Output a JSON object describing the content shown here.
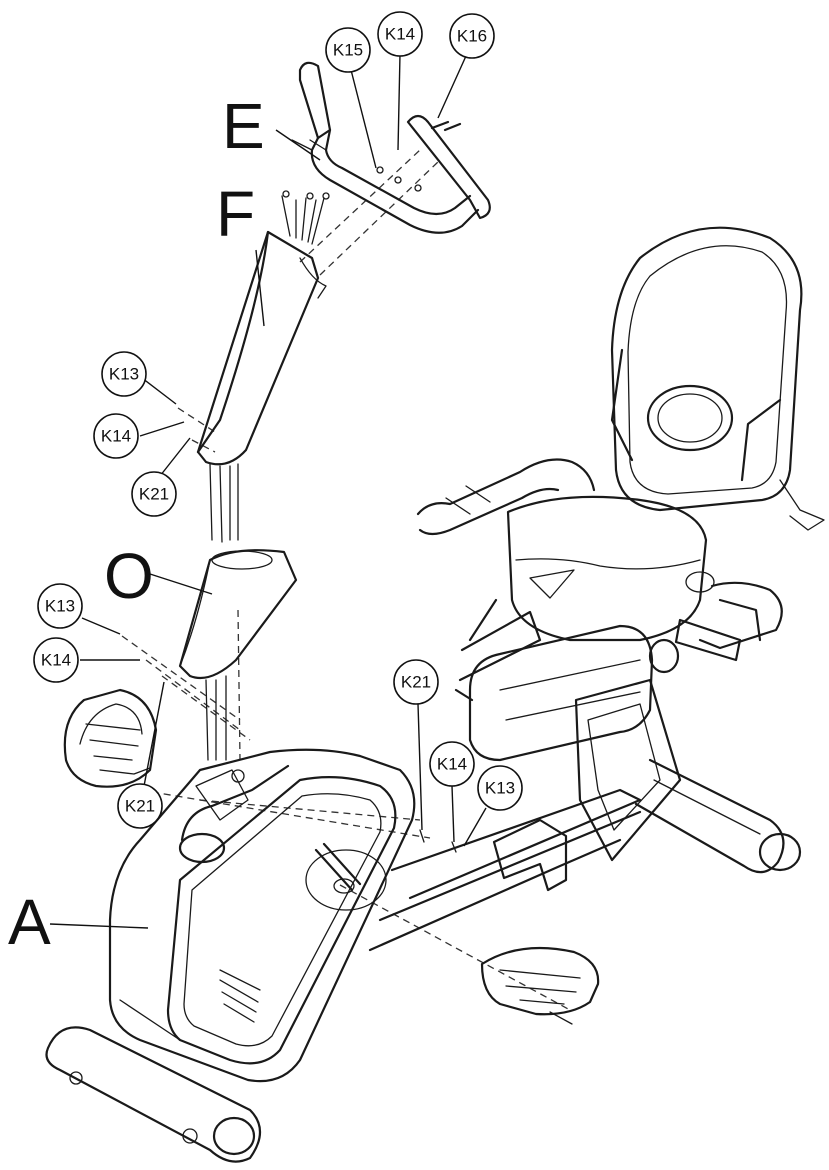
{
  "labels": {
    "E": "E",
    "F": "F",
    "O": "O",
    "A": "A"
  },
  "parts": {
    "k15_top": "K15",
    "k14_top": "K14",
    "k16_top": "K16",
    "k13_mid": "K13",
    "k14_mid": "K14",
    "k21_mid": "K21",
    "k13_low": "K13",
    "k14_low": "K14",
    "k21_low": "K21",
    "k21_right": "K21",
    "k14_right": "K14",
    "k13_right": "K13"
  }
}
